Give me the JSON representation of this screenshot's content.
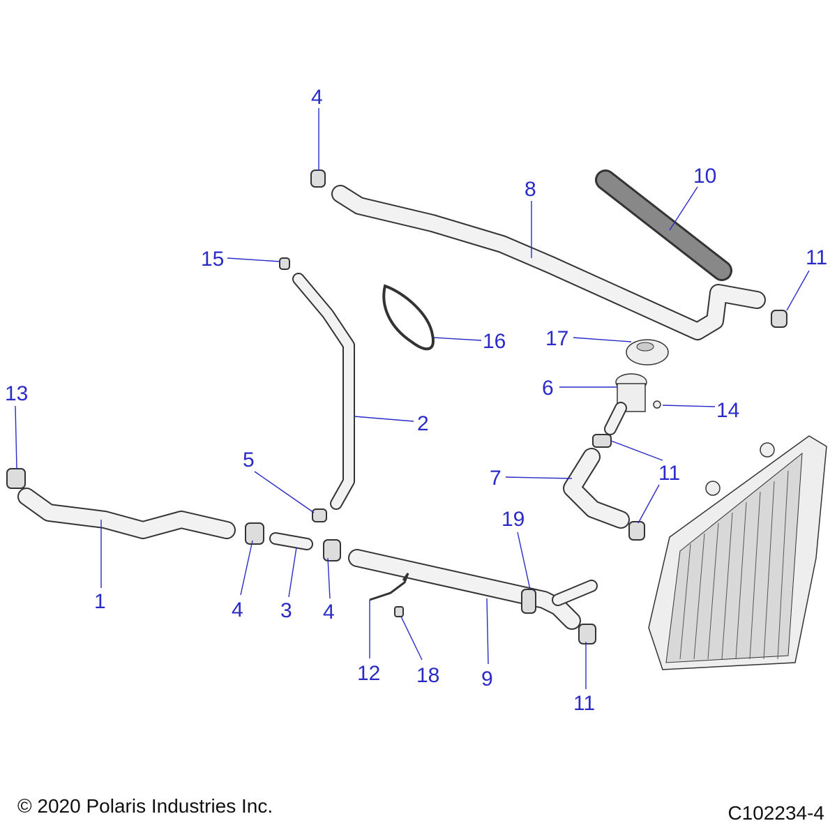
{
  "callouts": {
    "c4a": "4",
    "c10": "10",
    "c8": "8",
    "c11a": "11",
    "c15": "15",
    "c16": "16",
    "c17": "17",
    "c6": "6",
    "c14": "14",
    "c13": "13",
    "c2": "2",
    "c5": "5",
    "c7": "7",
    "c11b": "11",
    "c19": "19",
    "c1": "1",
    "c4b": "4",
    "c3": "3",
    "c4c": "4",
    "c12": "12",
    "c18": "18",
    "c9": "9",
    "c11c": "11"
  },
  "footer": {
    "copyright": "© 2020 Polaris Industries Inc.",
    "diagram_id": "C102234-4"
  }
}
